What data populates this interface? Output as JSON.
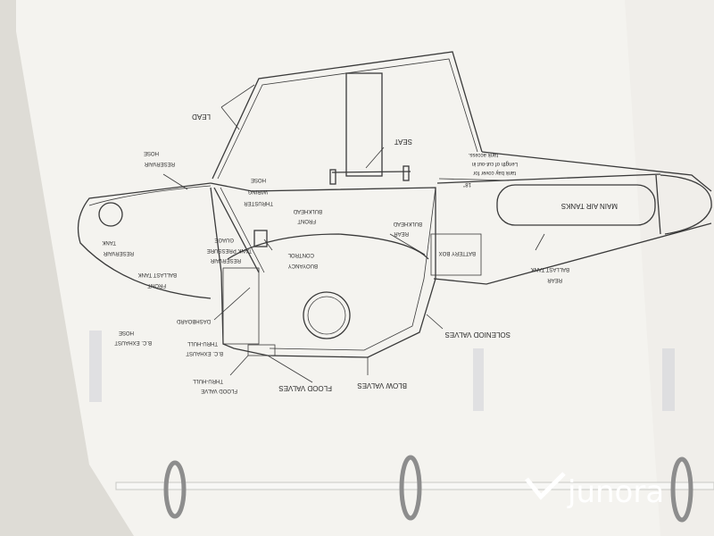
{
  "labels": {
    "lead": "LEAD",
    "seat": "SEAT",
    "reservoir_hose": [
      "RESERVAIR",
      "HOSE"
    ],
    "thruster_wiring_hose": [
      "THRUSTER",
      "WIRING",
      "HOSE"
    ],
    "front_bulkhead": [
      "FRONT",
      "BULKHEAD"
    ],
    "reservoir_tank": [
      "RESERVAIR",
      "TANK"
    ],
    "reservoir_tank_pressure_gauge": [
      "RESERVAIR",
      "TANK PRESSURE",
      "GUAGE"
    ],
    "buoyancy_control": [
      "BUOYANCY",
      "CONTROL"
    ],
    "front_ballast_tank": [
      "FRONT",
      "BALLAST TANK"
    ],
    "dashboard": "DASHBOARD",
    "bc_exhaust_hose": [
      "B.C. EXHAUST",
      "HOSE"
    ],
    "bc_exhaust_thru_hull": [
      "B.C. EXHAUST",
      "THRU-HULL"
    ],
    "flood_valve_thru_hull": [
      "FLOOD VALVE",
      "THRU-HULL"
    ],
    "flood_valves": "FLOOD VALVES",
    "blow_valves": "BLOW VALVES",
    "solenoid_valves": "SOLENIOD VALVES",
    "rear_bulkhead": [
      "REAR",
      "BULKHEAD"
    ],
    "battery_box": "BATTERY BOX",
    "rear_ballast_tank": [
      "REAR",
      "BALLAST TANK"
    ],
    "main_air_tanks": "MAIN AIR TANKS",
    "tank_access_note": [
      "tank access.",
      "Length of cut-out in",
      "tank bay cover for"
    ],
    "dimension": "18\""
  },
  "watermark": "junora",
  "colors": {
    "paper": "#f4f3ef",
    "line": "#3a3a3a",
    "background": "#e6e4df",
    "ring": "#8d8d8d"
  }
}
